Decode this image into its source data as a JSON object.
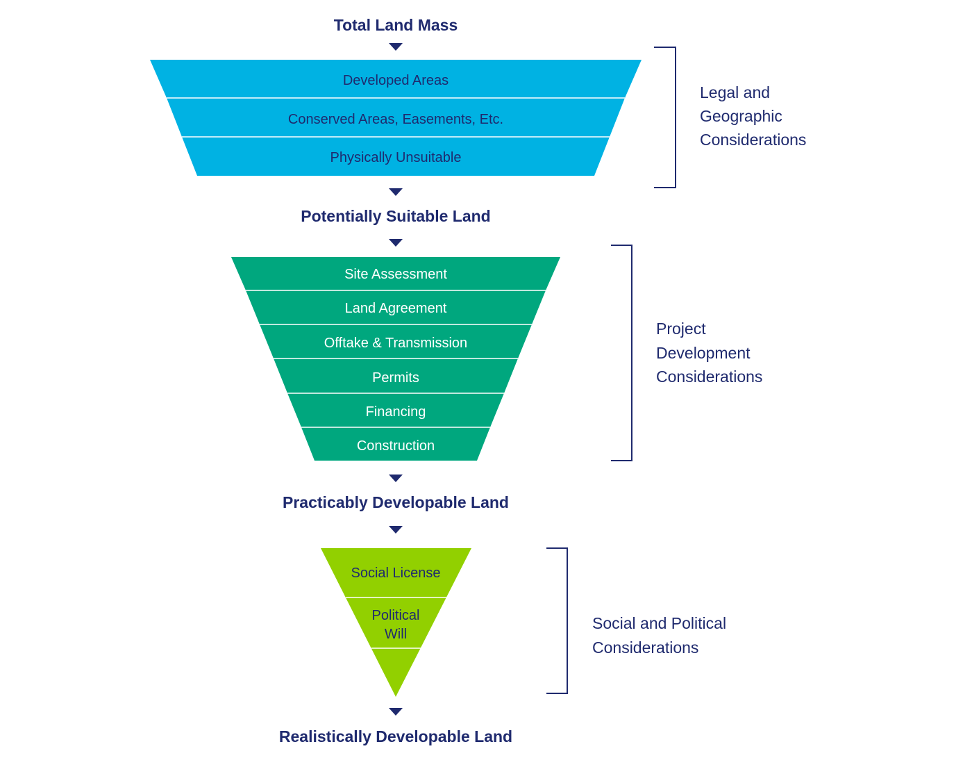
{
  "stages": {
    "total": "Total Land Mass",
    "potential": "Potentially Suitable Land",
    "practical": "Practicably Developable Land",
    "realistic": "Realistically Developable Land"
  },
  "funnels": {
    "legal": {
      "color": "#00b2e3",
      "bands": [
        "Developed Areas",
        "Conserved Areas, Easements, Etc.",
        "Physically Unsuitable"
      ],
      "group_label": [
        "Legal and",
        "Geographic",
        "Considerations"
      ]
    },
    "project": {
      "color": "#00a77e",
      "bands": [
        "Site Assessment",
        "Land Agreement",
        "Offtake & Transmission",
        "Permits",
        "Financing",
        "Construction"
      ],
      "group_label": [
        "Project",
        "Development",
        "Considerations"
      ]
    },
    "social": {
      "color": "#92d000",
      "bands": [
        "Social License",
        "Political",
        "Will"
      ],
      "group_label": [
        "Social and Political",
        "Considerations"
      ]
    }
  },
  "colors": {
    "navy": "#1f2a6e"
  }
}
